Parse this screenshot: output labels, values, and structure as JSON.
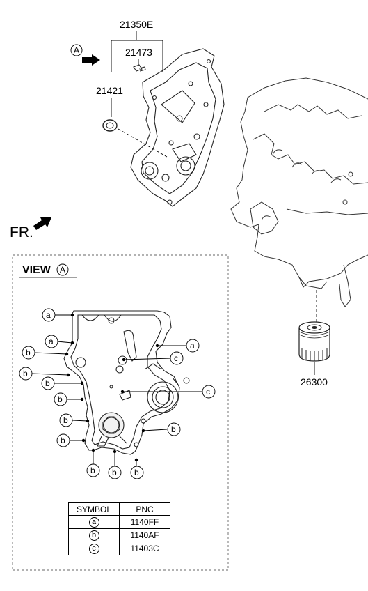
{
  "labels": {
    "part_cover": "21350E",
    "part_bolt": "21473",
    "part_seal": "21421",
    "part_filter": "26300",
    "view_marker": "A",
    "fr": "FR.",
    "view_title": "VIEW",
    "view_title_marker": "A"
  },
  "callouts": {
    "a": "a",
    "b": "b",
    "c": "c"
  },
  "legend": {
    "headers": [
      "SYMBOL",
      "PNC"
    ],
    "rows": [
      {
        "symbol": "a",
        "pnc": "1140FF"
      },
      {
        "symbol": "b",
        "pnc": "1140AF"
      },
      {
        "symbol": "c",
        "pnc": "11403C"
      }
    ]
  }
}
